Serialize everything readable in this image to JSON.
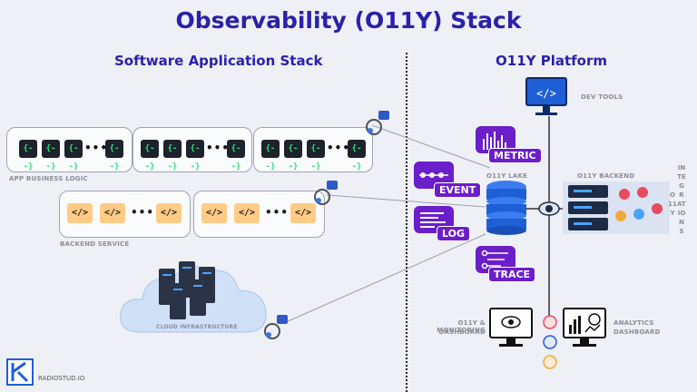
{
  "title": "Observability (O11Y) Stack",
  "left_heading": "Software Application Stack",
  "right_heading": "O11Y Platform",
  "labels": {
    "app_business_logic": "APP BUSINESS LOGIC",
    "backend_service": "BACKEND SERVICE",
    "cloud_infrastructure": "CLOUD INFRASTRUCTURE",
    "dev_tools": "DEV TOOLS",
    "o11y_lake": "O11Y LAKE",
    "o11y_backend": "O11Y BACKEND",
    "monitoring_dashboard_1": "O11Y & MONITORING",
    "monitoring_dashboard_2": "DASHBOARD",
    "analytics_dashboard_1": "ANALYTICS",
    "analytics_dashboard_2": "DASHBOARD",
    "integrations": "INTEGRATIONS",
    "o11y_vertical": "O11Y"
  },
  "signals": {
    "metric": "METRIC",
    "event": "EVENT",
    "log": "LOG",
    "trace": "TRACE"
  },
  "code_glyphs": {
    "green": "{--}",
    "orange": "</>",
    "dots": "•••"
  },
  "logo_text": "RADIOSTUD.IO",
  "colors": {
    "title": "#2a21a8",
    "accent_purple": "#6b1ec9",
    "code_green": "#32e07b",
    "code_orange": "#ffcb86",
    "lake_blue": "#1f5fd6"
  }
}
